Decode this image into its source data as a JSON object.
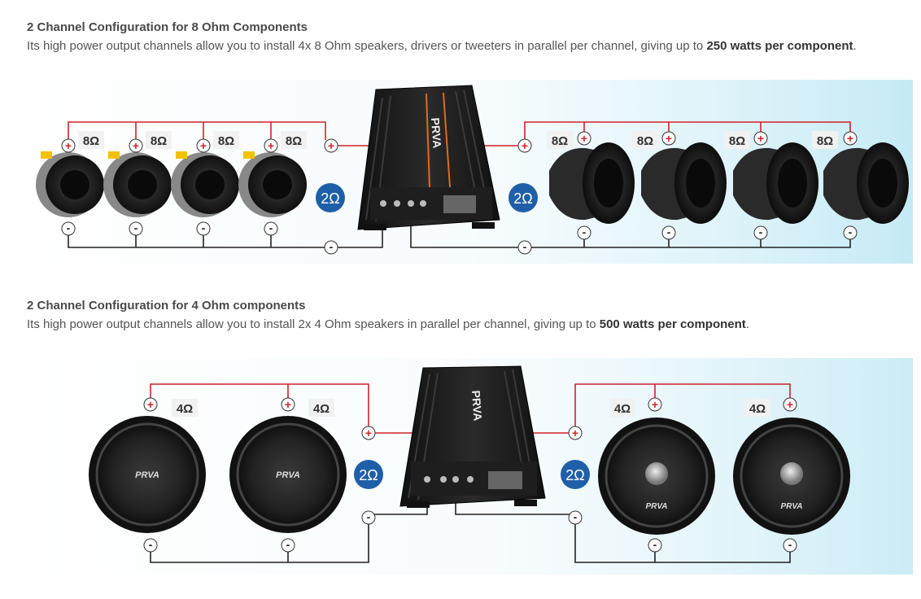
{
  "section1": {
    "title": "2 Channel Configuration for 8 Ohm Components",
    "desc_prefix": "Its high power output channels allow you to install 4x 8 Ohm speakers, drivers or tweeters in parallel per channel, giving up to ",
    "desc_bold": "250 watts per component",
    "desc_suffix": ".",
    "speaker_ohm": "8Ω",
    "channel_ohm": "2Ω",
    "plus": "+",
    "minus": "-",
    "brand": "PRVA"
  },
  "section2": {
    "title": "2 Channel Configuration for 4 Ohm components",
    "desc_prefix": "Its high power output channels allow you to install 2x 4 Ohm speakers in parallel per channel, giving up to ",
    "desc_bold": "500 watts per component",
    "desc_suffix": ".",
    "speaker_ohm": "4Ω",
    "channel_ohm": "2Ω",
    "plus": "+",
    "minus": "-",
    "brand": "PRVA",
    "speaker_brand": "PRVA"
  },
  "colors": {
    "positive_wire": "#d0232a",
    "negative_wire": "#222222",
    "ohm_badge": "#1f5fa8",
    "amp_body": "#1a1a1a",
    "amp_accent": "#e06a1a"
  }
}
